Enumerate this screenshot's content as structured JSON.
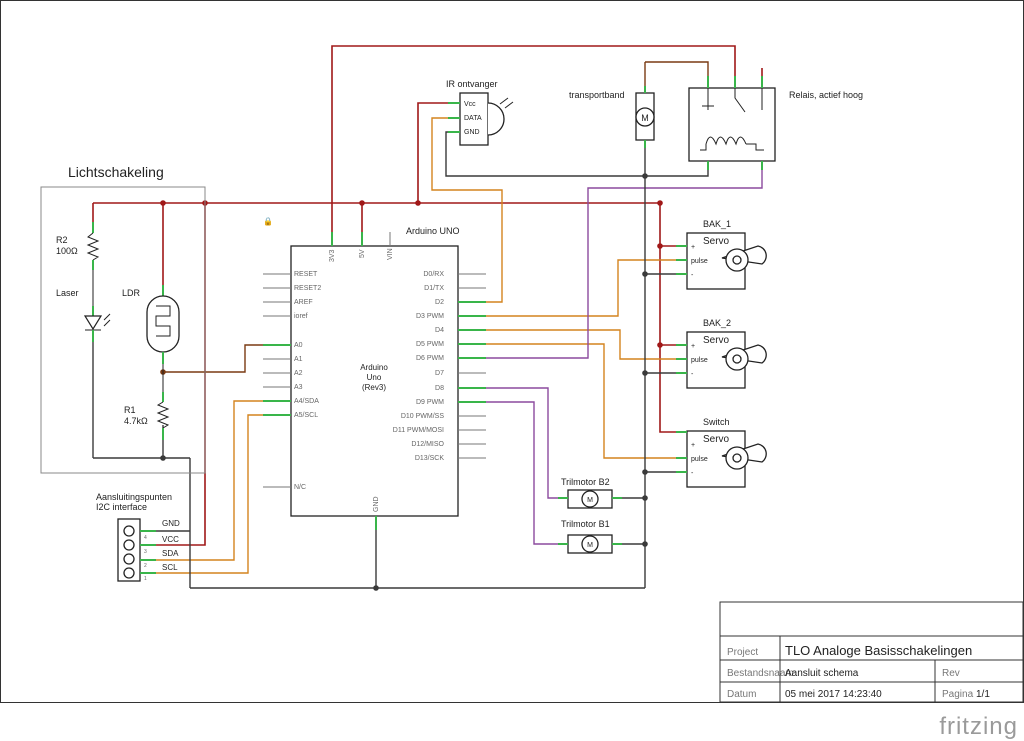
{
  "labels": {
    "lichtschakeling": "Lichtschakeling",
    "ir_receiver": "IR ontvanger",
    "ir_vcc": "Vcc",
    "ir_data": "DATA",
    "ir_gnd": "GND",
    "conveyor": "transportband",
    "motor_m": "M",
    "relay": "Relais, actief hoog",
    "r2": "R2",
    "r2_value": "100Ω",
    "laser": "Laser",
    "ldr": "LDR",
    "r1": "R1",
    "r1_value": "4.7kΩ",
    "arduino_title": "Arduino UNO",
    "arduino_center_1": "Arduino",
    "arduino_center_2": "Uno",
    "arduino_center_3": "(Rev3)",
    "arduino_top_3v3": "3V3",
    "arduino_top_5v": "5V",
    "arduino_top_vin": "VIN",
    "arduino_gnd": "GND",
    "arduino_left_pins": [
      "RESET",
      "RESET2",
      "AREF",
      "ioref",
      "A0",
      "A1",
      "A2",
      "A3",
      "A4/SDA",
      "A5/SCL",
      "N/C"
    ],
    "arduino_right_pins": [
      "D0/RX",
      "D1/TX",
      "D2",
      "D3 PWM",
      "D4",
      "D5 PWM",
      "D6 PWM",
      "D7",
      "D8",
      "D9 PWM",
      "D10 PWM/SS",
      "D11 PWM/MOSI",
      "D12/MISO",
      "D13/SCK"
    ],
    "bak1": "BAK_1",
    "bak2": "BAK_2",
    "switch": "Switch",
    "servo": "Servo",
    "pulse": "pulse",
    "plus": "+",
    "minus": "-",
    "trilmotor_b2": "Trilmotor B2",
    "trilmotor_b1": "Trilmotor B1",
    "i2c_title_1": "Aansluitingspunten",
    "i2c_title_2": "I2C interface",
    "i2c_pins": [
      "GND",
      "VCC",
      "SDA",
      "SCL"
    ],
    "i2c_pin_numbers": [
      "4",
      "3",
      "2",
      "1"
    ]
  },
  "title_block": {
    "project_label": "Project",
    "project_value": "TLO Analoge Basisschakelingen",
    "filename_label": "Bestandsnaam",
    "filename_value": "Aansluit schema",
    "rev_label": "Rev",
    "date_label": "Datum",
    "date_value": "05 mei 2017 14:23:40",
    "page_label": "Pagina",
    "page_value": "1/1"
  },
  "logo": "fritzing",
  "colors": {
    "wire_red": "#a01818",
    "wire_brown": "#7a3a12",
    "wire_orange": "#d4841e",
    "wire_purple": "#8b4a9e",
    "wire_black": "#3a3a3a",
    "pin_green": "#39b54a"
  }
}
